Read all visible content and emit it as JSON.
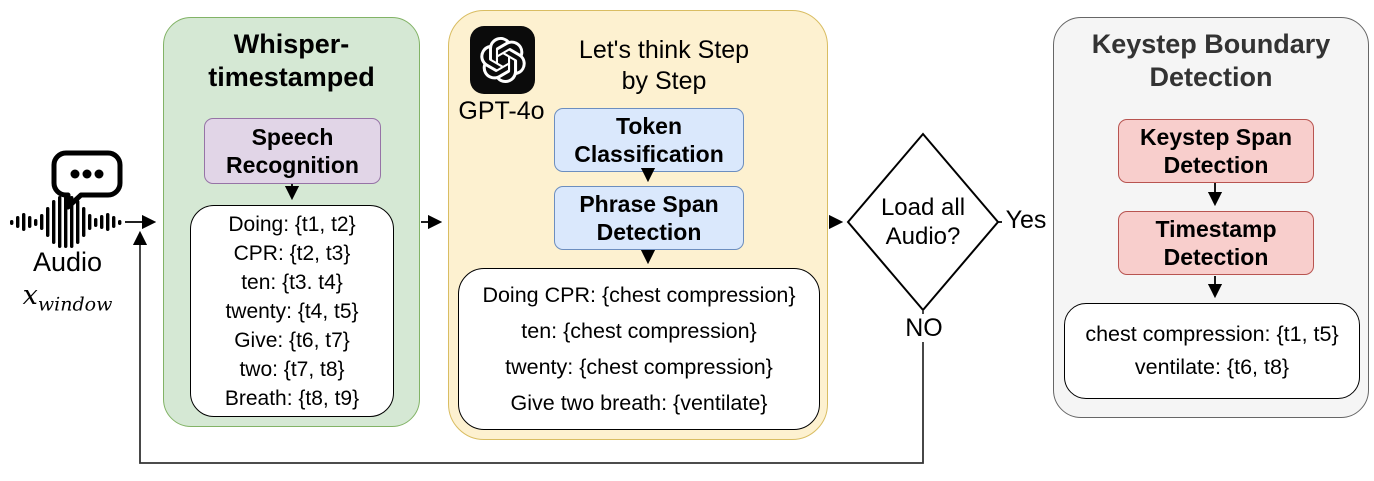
{
  "colors": {
    "green_fill": "#d5e8d4",
    "green_stroke": "#82b366",
    "purple_fill": "#e1d5e7",
    "purple_stroke": "#9673a6",
    "yellow_fill": "#fdf1d0",
    "yellow_stroke": "#d9bd62",
    "blue_fill": "#dae8fc",
    "blue_stroke": "#6c8ebf",
    "red_fill": "#f8cecc",
    "red_stroke": "#b85450",
    "gray_fill": "#f5f5f5",
    "gray_stroke": "#666666",
    "gray_title": "#333333"
  },
  "audio": {
    "label": "Audio",
    "math_base": "x",
    "math_sub": "window"
  },
  "whisper": {
    "title_line1": "Whisper-",
    "title_line2": "timestamped",
    "speech_box_line1": "Speech",
    "speech_box_line2": "Recognition",
    "transcript": [
      "Doing: {t1, t2}",
      "CPR: {t2, t3}",
      "ten: {t3. t4}",
      "twenty: {t4, t5}",
      "Give: {t6, t7}",
      "two: {t7, t8}",
      "Breath: {t8, t9}"
    ]
  },
  "gpt": {
    "logo_label": "GPT-4o",
    "prompt_line1": "Let's think Step",
    "prompt_line2": "by Step",
    "token_box_line1": "Token",
    "token_box_line2": "Classification",
    "phrase_box_line1": "Phrase Span",
    "phrase_box_line2": "Detection",
    "output": [
      "Doing CPR: {chest compression}",
      "ten: {chest compression}",
      "twenty: {chest compression}",
      "Give two breath: {ventilate}"
    ]
  },
  "decision": {
    "line1": "Load all",
    "line2": "Audio?",
    "yes_label": "Yes",
    "no_label": "NO"
  },
  "keystep": {
    "title_line1": "Keystep Boundary",
    "title_line2": "Detection",
    "span_box_line1": "Keystep Span",
    "span_box_line2": "Detection",
    "timestamp_box_line1": "Timestamp",
    "timestamp_box_line2": "Detection",
    "output": [
      "chest compression: {t1, t5}",
      "ventilate: {t6, t8}"
    ]
  }
}
